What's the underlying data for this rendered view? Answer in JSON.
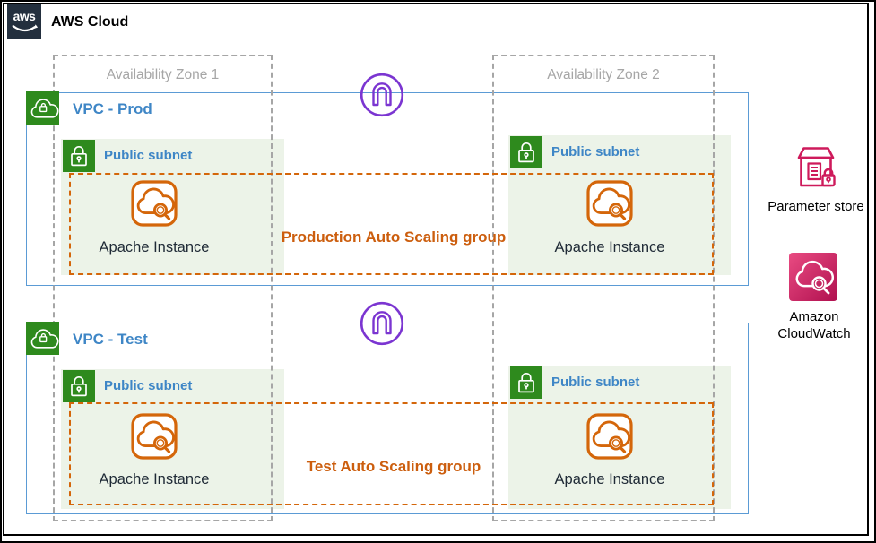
{
  "header": {
    "logo_text": "aws",
    "title": "AWS Cloud"
  },
  "zones": [
    {
      "label": "Availability Zone 1"
    },
    {
      "label": "Availability Zone 2"
    }
  ],
  "vpcs": [
    {
      "label": "VPC - Prod",
      "asg_label": "Production Auto Scaling group",
      "gateway_icon": "internet-gateway-icon",
      "subnets": [
        {
          "label": "Public subnet",
          "instance_label": "Apache Instance"
        },
        {
          "label": "Public subnet",
          "instance_label": "Apache Instance"
        }
      ]
    },
    {
      "label": "VPC - Test",
      "asg_label": "Test Auto Scaling group",
      "gateway_icon": "internet-gateway-icon",
      "subnets": [
        {
          "label": "Public subnet",
          "instance_label": "Apache Instance"
        },
        {
          "label": "Public subnet",
          "instance_label": "Apache Instance"
        }
      ]
    }
  ],
  "sidebar": {
    "parameter_store": {
      "label": "Parameter store",
      "icon": "parameter-store-icon"
    },
    "cloudwatch": {
      "line1": "Amazon",
      "line2": "CloudWatch",
      "icon": "cloudwatch-icon"
    }
  },
  "colors": {
    "aws_dark": "#232F3E",
    "vpc_border_blue": "#5B9BD5",
    "label_blue": "#3E86C6",
    "icon_green": "#2E8A1D",
    "subnet_bg_green": "#ECF3E8",
    "asg_orange": "#D4660A",
    "asg_text_orange": "#CC5E0E",
    "az_gray": "#A6A6A6",
    "gateway_purple": "#7B35D1",
    "pink": "#CE1A5B",
    "instance_text": "#1F2A36"
  }
}
